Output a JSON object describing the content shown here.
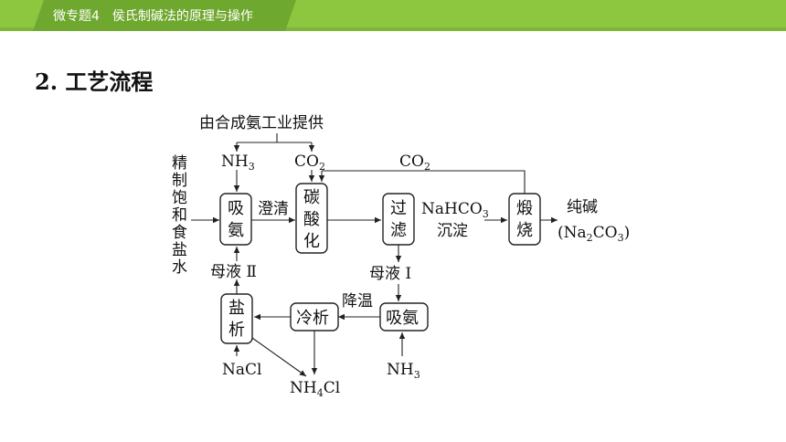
{
  "header": {
    "title": "微专题4　侯氏制碱法的原理与操作"
  },
  "section": {
    "number": "2.",
    "title": "工艺流程"
  },
  "diagram": {
    "source_label": "由合成氨工业提供",
    "feed_chars": [
      "精",
      "制",
      "饱",
      "和",
      "食",
      "盐",
      "水"
    ],
    "nh3_top": {
      "main": "NH",
      "sub": "3"
    },
    "co2_top": {
      "main": "CO",
      "sub": "2"
    },
    "co2_recycle": {
      "main": "CO",
      "sub": "2"
    },
    "absorb_ammonia_1": [
      "吸",
      "氨"
    ],
    "clarify_label": "澄清",
    "carbonation": [
      "碳",
      "酸",
      "化"
    ],
    "filter": [
      "过",
      "滤"
    ],
    "nahco3": {
      "main": "NaHCO",
      "sub": "3"
    },
    "precipitate_label": "沉淀",
    "calcine": [
      "煅",
      "烧"
    ],
    "soda_ash": "纯碱",
    "soda_ash_formula": {
      "open": "(Na",
      "sub1": "2",
      "mid": "CO",
      "sub2": "3",
      "close": ")"
    },
    "mother_liquor_1": "母液 Ⅰ",
    "mother_liquor_2": "母液 Ⅱ",
    "absorb_ammonia_2": "吸氨",
    "cooling_label": "降温",
    "cool_crystallize": "冷析",
    "salt_out": [
      "盐",
      "析"
    ],
    "nacl": "NaCl",
    "nh3_bottom": {
      "main": "NH",
      "sub": "3"
    },
    "nh4cl": {
      "main": "NH",
      "sub": "4",
      "tail": "Cl"
    }
  }
}
